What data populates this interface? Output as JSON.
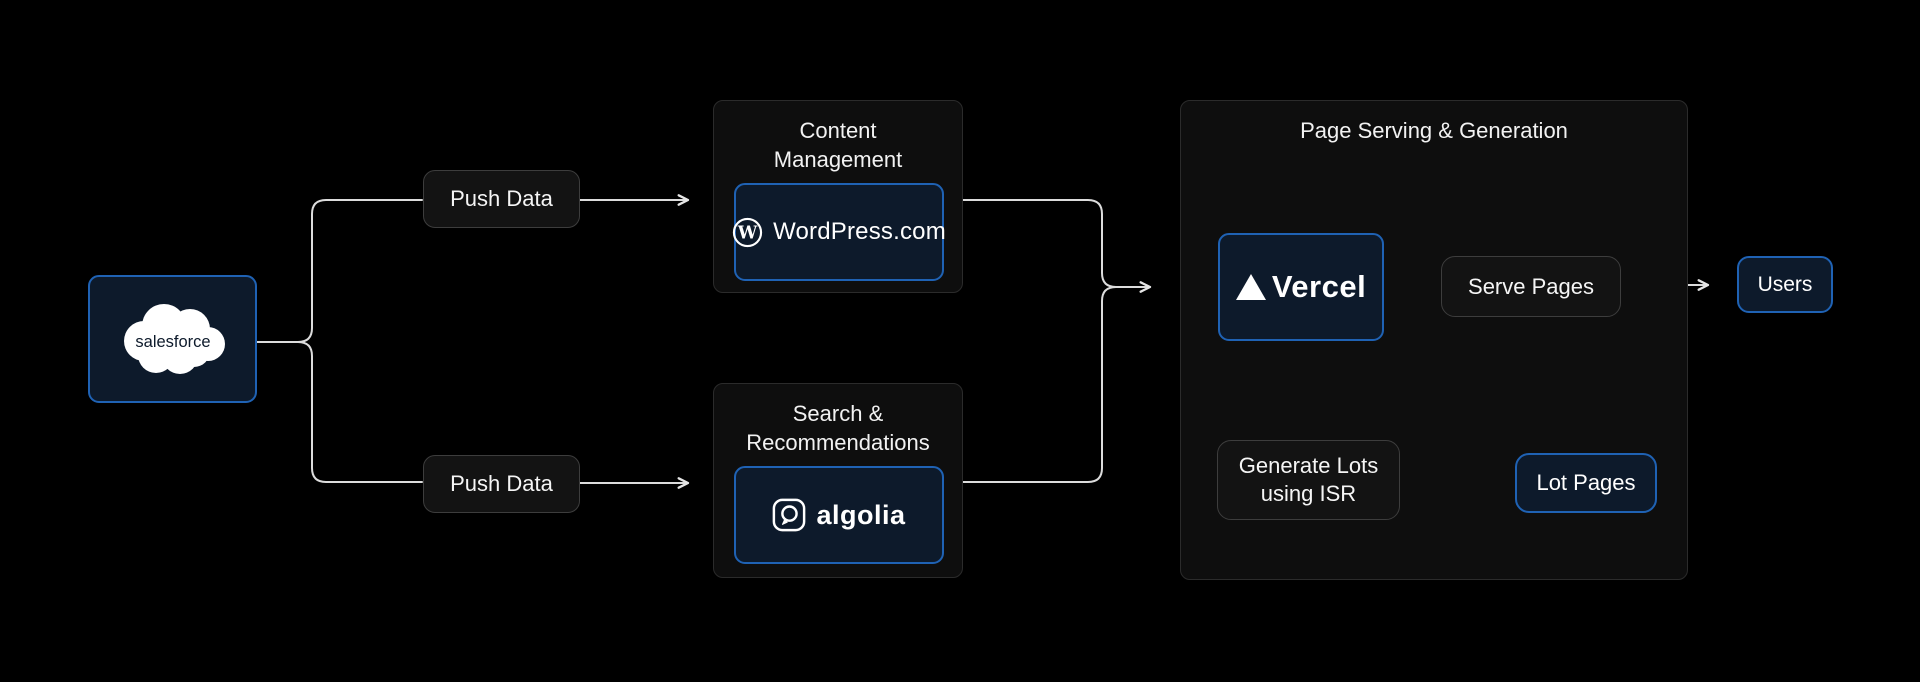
{
  "diagram": {
    "background": "#000000",
    "line_color": "#dcdcdc",
    "colors": {
      "navy_fill": "#0d1a2b",
      "blue_border": "#1f62b4",
      "dark_fill": "#131313",
      "dark_border": "#3d3d3d",
      "group_fill": "#0e0e0e",
      "group_border": "#2b2b2b",
      "text": "#f2f2f2"
    },
    "nodes": {
      "salesforce": {
        "label": "salesforce",
        "icon": "salesforce-cloud-icon"
      },
      "push_data_top": {
        "label": "Push Data"
      },
      "push_data_bottom": {
        "label": "Push Data"
      },
      "content_management": {
        "title": "Content Management"
      },
      "wordpress": {
        "label": "WordPress.com",
        "icon": "wordpress-icon"
      },
      "search_recommendations": {
        "title": "Search & Recommendations"
      },
      "algolia": {
        "label": "algolia",
        "icon": "algolia-icon"
      },
      "page_serving": {
        "title": "Page Serving & Generation"
      },
      "vercel": {
        "label": "Vercel",
        "icon": "vercel-triangle-icon"
      },
      "serve_pages": {
        "label": "Serve Pages"
      },
      "generate_lots": {
        "label": "Generate Lots using ISR"
      },
      "lot_pages": {
        "label": "Lot Pages"
      },
      "users": {
        "label": "Users"
      }
    }
  }
}
